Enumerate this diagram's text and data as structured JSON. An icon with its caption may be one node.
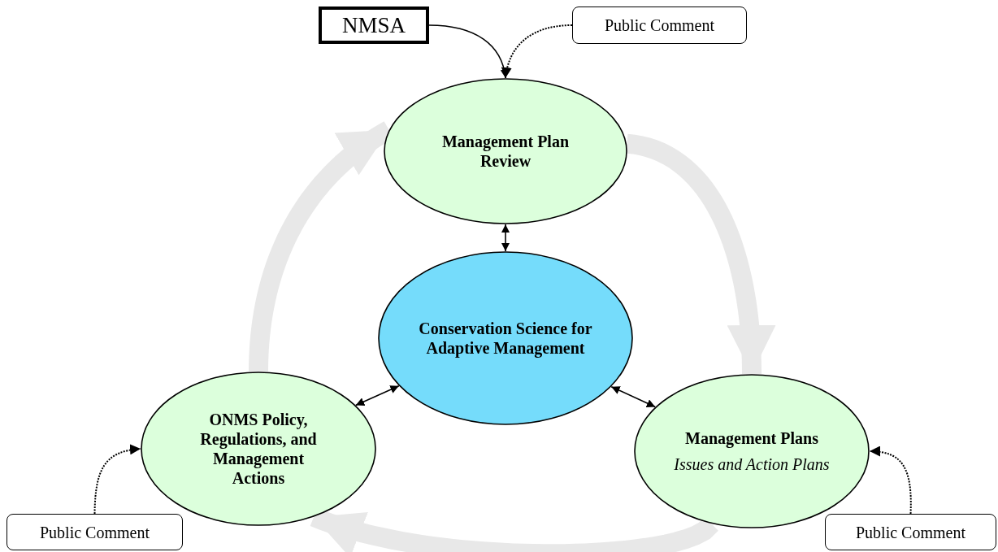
{
  "diagram": {
    "nodes": [
      {
        "text": [
          "NMSA"
        ]
      },
      {
        "text": [
          "Public Comment"
        ]
      },
      {
        "text": [
          "Management Plan Review"
        ]
      },
      {
        "text": [
          "Conservation Science for Adaptive Management"
        ]
      },
      {
        "text": [
          "ONMS Policy, Regulations, and Management Actions"
        ]
      },
      {
        "text": [
          "Management Plans",
          "Issues and Action Plans"
        ]
      },
      {
        "text": [
          "Public Comment"
        ]
      },
      {
        "text": [
          "Public Comment"
        ]
      }
    ],
    "edges": [
      {
        "from": 0,
        "to": 2,
        "arrow": "to"
      },
      {
        "from": 1,
        "to": 2,
        "arrow": "to",
        "style": "dashed"
      },
      {
        "from": 2,
        "to": 3,
        "arrow": "both"
      },
      {
        "from": 3,
        "to": 4,
        "arrow": "both"
      },
      {
        "from": 3,
        "to": 5,
        "arrow": "both"
      },
      {
        "from": 6,
        "to": 4,
        "arrow": "to",
        "style": "dashed"
      },
      {
        "from": 7,
        "to": 5,
        "arrow": "to",
        "style": "dashed"
      },
      {
        "from": 2,
        "to": 5,
        "arrow": "to",
        "style": "thick",
        "color": "#e8e8e8"
      },
      {
        "from": 5,
        "to": 4,
        "arrow": "to",
        "style": "thick",
        "color": "#e8e8e8"
      },
      {
        "from": 4,
        "to": 2,
        "arrow": "to",
        "style": "thick",
        "color": "#e8e8e8"
      }
    ]
  }
}
